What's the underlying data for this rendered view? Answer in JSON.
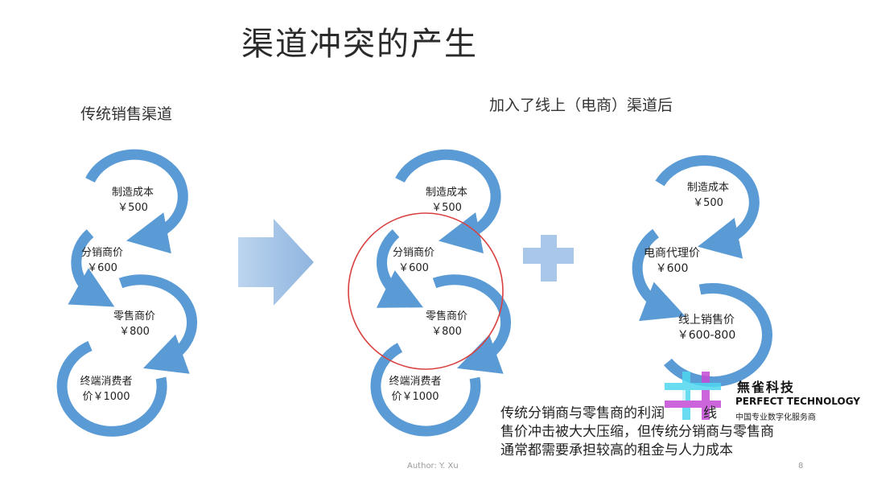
{
  "slide": {
    "title": "渠道冲突的产生",
    "left_heading": "传统销售渠道",
    "right_heading": "加入了线上（电商）渠道后",
    "author": "Author: Y. Xu",
    "page_number": "8"
  },
  "traditional_chain": [
    {
      "label": "制造成本",
      "price": "￥500"
    },
    {
      "label": "分销商价",
      "price": "￥600"
    },
    {
      "label": "零售商价",
      "price": "￥800"
    },
    {
      "label": "终端消费者",
      "price": "价￥1000"
    }
  ],
  "offline_chain": [
    {
      "label": "制造成本",
      "price": "￥500"
    },
    {
      "label": "分销商价",
      "price": "￥600"
    },
    {
      "label": "零售商价",
      "price": "￥800"
    },
    {
      "label": "终端消费者",
      "price": "价￥1000"
    }
  ],
  "online_chain": [
    {
      "label": "制造成本",
      "price": "￥500"
    },
    {
      "label": "电商代理价",
      "price": "￥600"
    },
    {
      "label": "线上销售价",
      "price": "￥600-800"
    }
  ],
  "description": {
    "line1": "传统分销商与零售商的利润",
    "line1_tail": "线",
    "line2": "售价冲击被大大压缩，但传统分销商与零售商",
    "line3": "通常都需要承担较高的租金与人力成本"
  },
  "watermark": {
    "name_cn": "無雀科技",
    "name_en": "PERFECT TECHNOLOGY",
    "tagline": "中国专业数字化服务商"
  },
  "colors": {
    "arc_blue": "#5b9bd5",
    "arrow_blue": "#a9c7e8",
    "highlight_red": "#d94040"
  }
}
